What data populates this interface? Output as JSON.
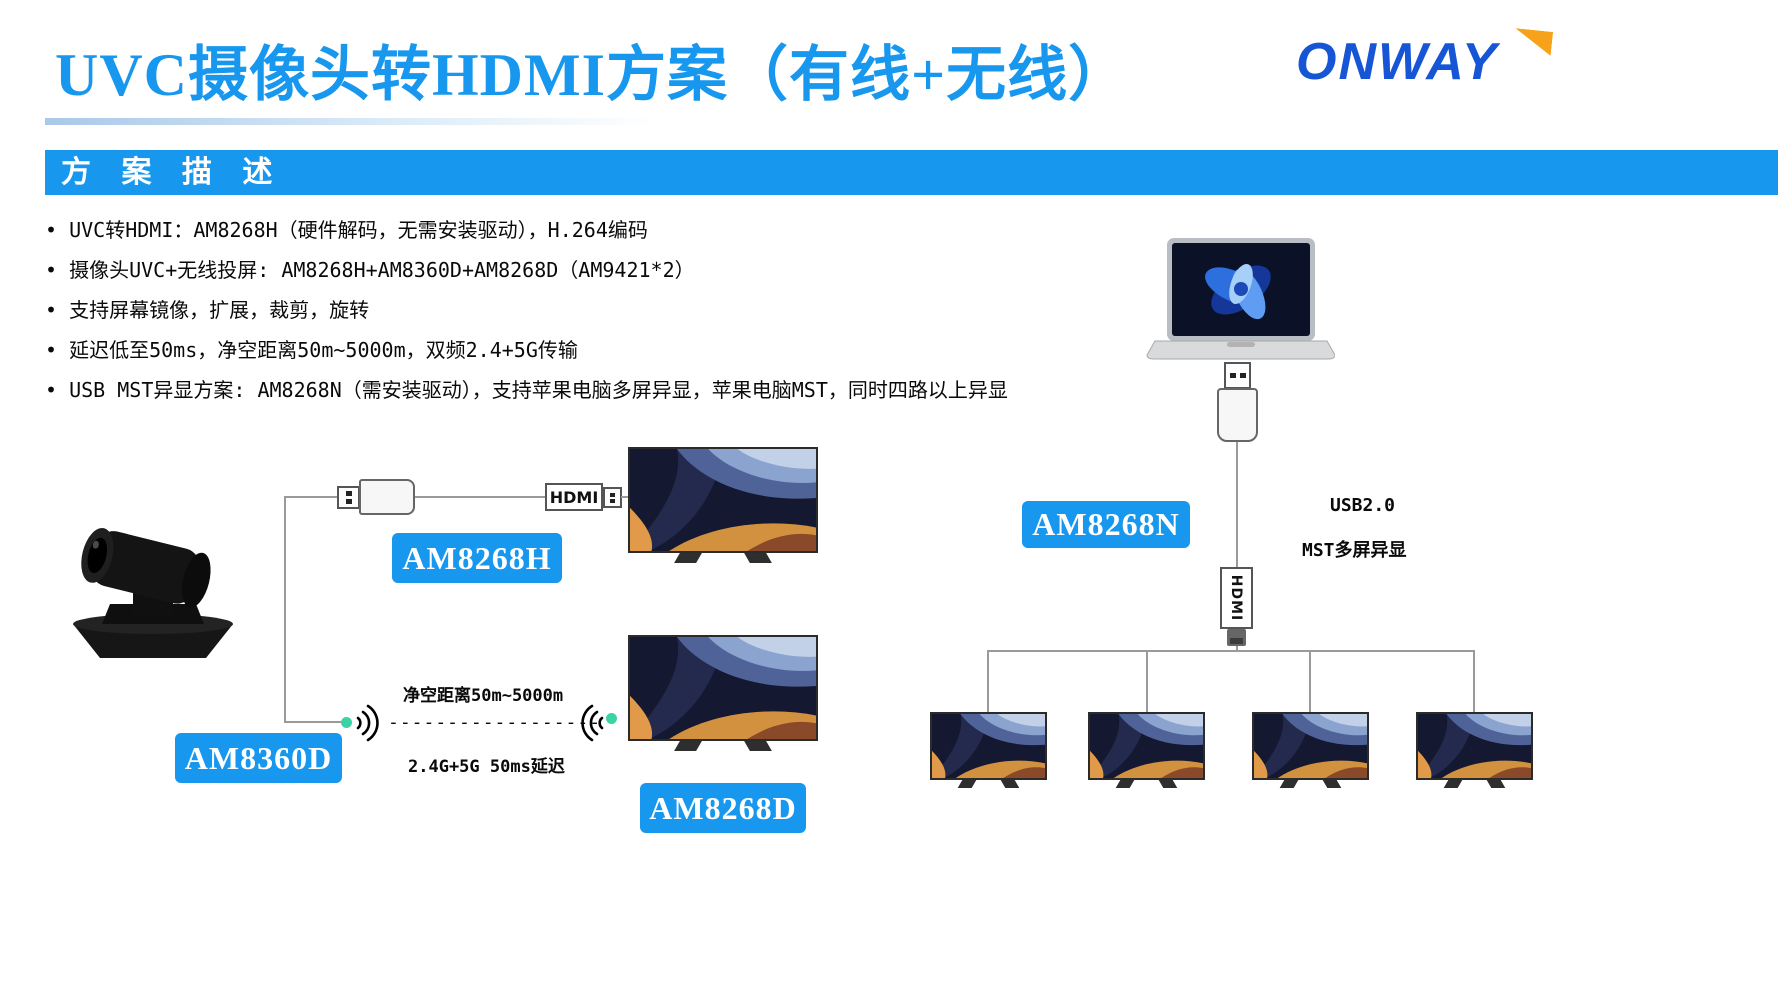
{
  "header": {
    "title": "UVC摄像头转HDMI方案（有线+无线）",
    "logo_text": "ONWAY",
    "section_title": "方 案 描 述"
  },
  "bullets": [
    "UVC转HDMI：AM8268H（硬件解码，无需安装驱动），H.264编码",
    "摄像头UVC+无线投屏: AM8268H+AM8360D+AM8268D（AM9421*2）",
    "支持屏幕镜像，扩展，裁剪，旋转",
    "延迟低至50ms，净空距离50m~5000m，双频2.4+5G传输",
    "USB MST异显方案: AM8268N（需安装驱动），支持苹果电脑多屏异显，苹果电脑MST，同时四路以上异显"
  ],
  "wired_path": {
    "hdmi_port_label": "HDMI",
    "device_label": "AM8268H"
  },
  "wireless_path": {
    "transmitter_label": "AM8360D",
    "receiver_label": "AM8268D",
    "distance_note": "净空距离50m~5000m",
    "latency_note": "2.4G+5G 50ms延迟",
    "dashed_link": "------------------"
  },
  "mst_path": {
    "device_label": "AM8268N",
    "usb_note": "USB2.0",
    "mst_note": "MST多屏异显",
    "hdmi_plug_label": "HDMI"
  },
  "colors": {
    "accent_blue": "#1797ee",
    "logo_blue": "#1656d6",
    "logo_orange": "#f7a21b",
    "line_gray": "#9a9a9a",
    "wireless_dot_green": "#3bd3a4"
  }
}
